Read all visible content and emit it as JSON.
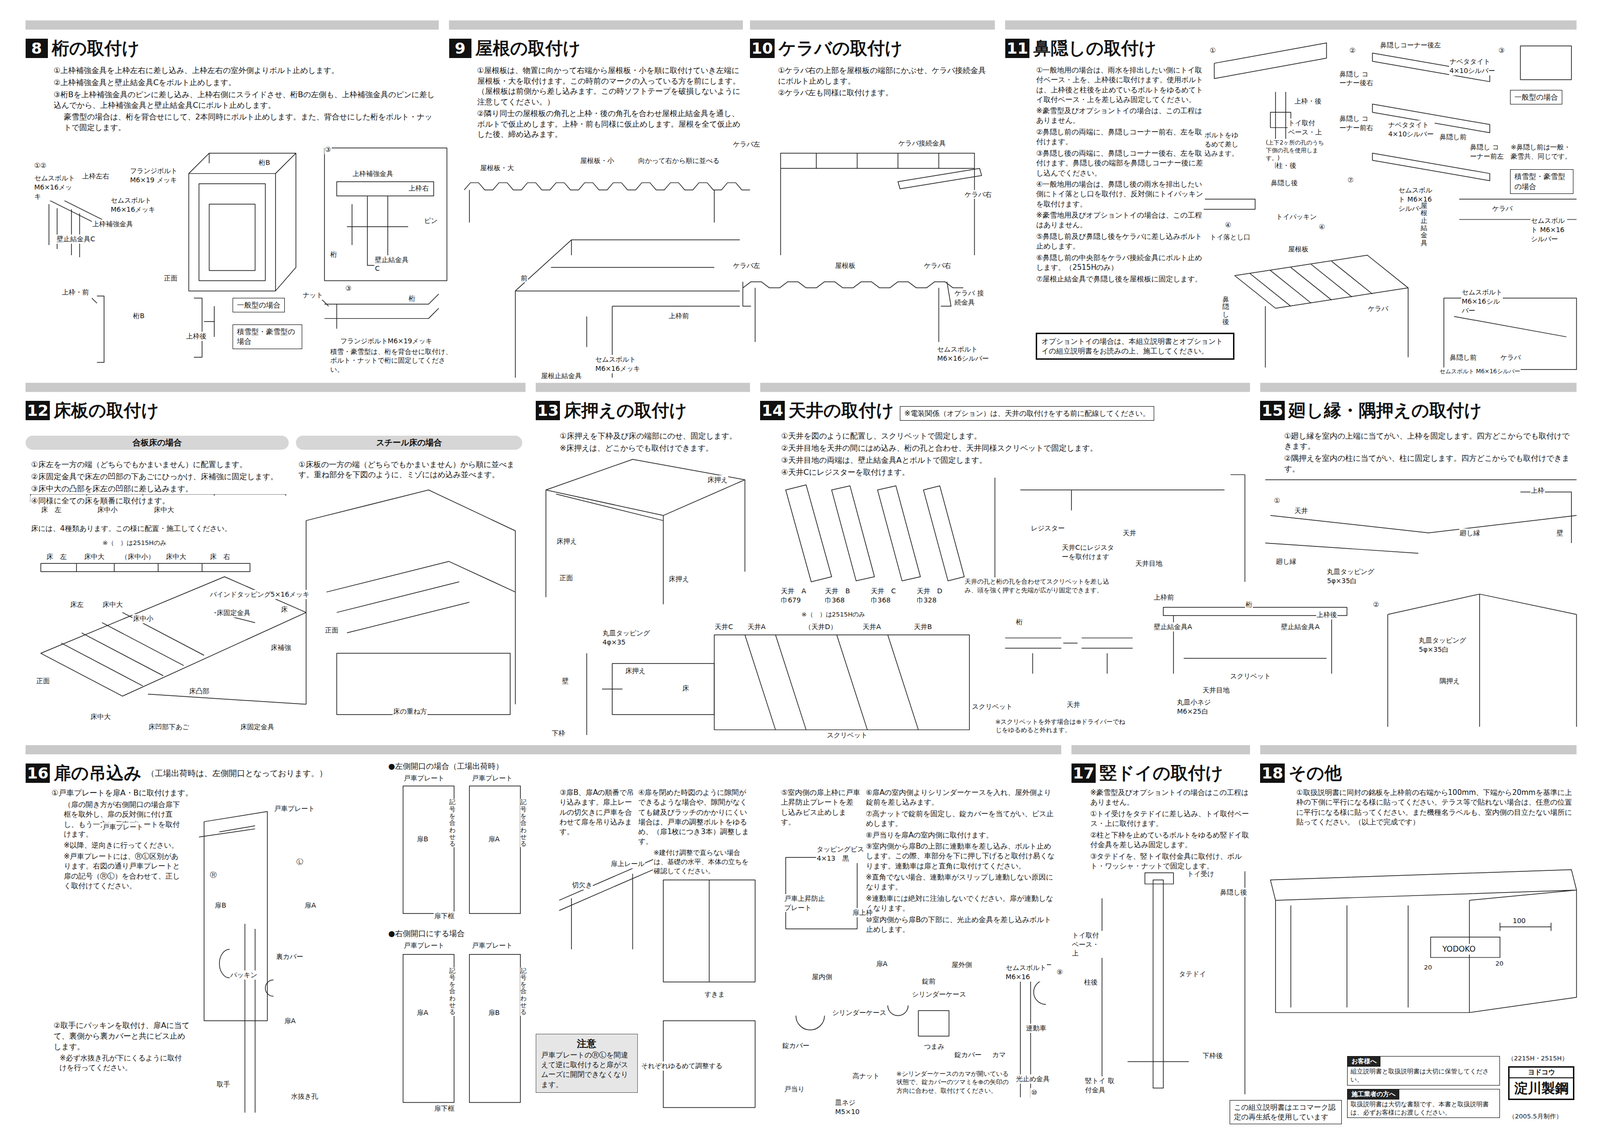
{
  "diagram": {
    "nodes": [
      {
        "text": [
          "8",
          "桁の取付け"
        ]
      },
      {
        "text": [
          "一般型の場合"
        ]
      },
      {
        "text": [
          "積雪型・豪雪型の場合"
        ]
      },
      {
        "text": [
          "9",
          "屋根の取付け"
        ]
      },
      {
        "text": [
          "10",
          "ケラバの取付け"
        ]
      },
      {
        "text": [
          "11",
          "鼻隠しの取付け"
        ]
      },
      {
        "text": [
          "一般型の場合"
        ]
      },
      {
        "text": [
          "積雪型・豪雪型の場合"
        ]
      },
      {
        "text": [
          "オプショントイの場合は、本組立説明書とオプショントイの組立説明書をお読みの上、施工してください。"
        ]
      },
      {
        "text": [
          "12",
          "床板の取付け"
        ]
      },
      {
        "text": [
          "合板床の場合"
        ]
      },
      {
        "text": [
          "スチール床の場合"
        ]
      },
      {
        "text": [
          "13",
          "床押えの取付け"
        ]
      },
      {
        "text": [
          "14",
          "天井の取付け"
        ]
      },
      {
        "text": [
          "※電装関係（オプション）は、天井の取付けをする前に配線してください。"
        ]
      },
      {
        "text": [
          "15",
          "廻し縁・隅押えの取付け"
        ]
      },
      {
        "text": [
          "16",
          "扉の吊込み",
          "（工場出荷時は、左側開口となっております。）"
        ]
      },
      {
        "text": [
          "注意",
          "戸車プレートのⓇⓁを間違えて逆に取付けると扉がスムーズに開閉できなくなります。"
        ]
      },
      {
        "text": [
          "17",
          "竪ドイの取付け"
        ]
      },
      {
        "text": [
          "18",
          "その他"
        ]
      },
      {
        "text": [
          "お客様へ",
          "組立説明書と取扱説明書は大切に保管してください。"
        ]
      },
      {
        "text": [
          "施工業者の方へ",
          "取扱説明書は大切な書類です。本書と取扱説明書は、必ずお客様にお渡しください。"
        ]
      },
      {
        "text": [
          "ヨドコウ",
          "淀川製鋼"
        ]
      },
      {
        "text": [
          "この組立説明書はエコマーク認定の再生紙を使用しています"
        ]
      }
    ],
    "labels": [
      "①上枠補強金具を上枠左右に差し込み、上枠左右の室外側よりボルト止めします。",
      "②上枠補強金具と壁止結金具Cをボルト止めします。",
      "③桁Bを上枠補強金具のピンに差し込み、上枠右側にスライドさせ、桁Bの左側も、上枠補強金具のピンに差し込んでから、上枠補強金具と壁止結金具Cにボルト止めします。",
      "豪雪型の場合は、桁を背合せにして、2本同時にボルト止めします。また、背合せにした桁をボルト・ナットで固定します。",
      "①②",
      "セムスボルト M6×16メッキ",
      "上枠左右",
      "セムスボルト M6×16メッキ",
      "上枠補強金具",
      "壁止結金具C",
      "上枠・前",
      "桁B",
      "上枠後",
      "フランジボルト M6×19 メッキ",
      "桁B",
      "正面",
      "③",
      "上枠補強金具",
      "上枠右",
      "ピン",
      "桁",
      "壁止結金具C",
      "ナット",
      "③",
      "桁",
      "フランジボルトM6×19メッキ",
      "積雪・豪雪型は、桁を背合せに取付け、ボルト・ナットで桁に固定してください。",
      "①屋根板は、物置に向かって右端から屋根板・小を順に取付けていき左端に屋根板・大を取付けます。この時前のマークの入っている方を前にします。（屋根板は前側から差し込みます。この時ソフトテープを破損しないように注意してください。）",
      "②隣り同士の屋根板の角孔と上枠・後の角孔を合わせ屋根止結金具を通し、ボルトで仮止めします。上枠・前も同様に仮止めします。屋根を全て仮止めした後、締め込みます。",
      "屋根板・大",
      "屋根板・小",
      "向かって右から順に並べる",
      "前",
      "上枠前",
      "セムスボルト M6×16メッキ",
      "屋根止結金具",
      "①ケラバ右の上部を屋根板の端部にかぶせ、ケラバ接続金具にボルト止めします。",
      "②ケラバ左も同様に取付けます。",
      "ケラバ左",
      "ケラバ接続金具",
      "ケラバ右",
      "ケラバ左",
      "屋根板",
      "ケラバ右",
      "ケラバ 接続金具",
      "セムスボルト M6×16シルバー",
      "①一般地用の場合は、雨水を排出したい側にトイ取付ベース・上を、上枠後に取付けます。使用ボルトは、上枠後と柱後を止めているボルトをゆるめてトイ取付ベース・上を差し込み固定してください。",
      "※豪雪型及びオプショントイの場合は、この工程はありません。",
      "②鼻隠し前の両端に、鼻隠しコーナー前右、左を取付けます。",
      "③鼻隠し後の両端に、鼻隠しコーナー後右、左を取付けます。鼻隠し後の端部を鼻隠しコーナー後に差し込んでください。",
      "④一般地用の場合は、鼻隠し後の雨水を排出したい側にトイ落とし口を取付け、反対側にトイパッキンを取付けます。",
      "※豪雪地用及びオプショントイの場合は、この工程はありません。",
      "⑤鼻隠し前及び鼻隠し後をケラバに差し込みボルト止めします。",
      "⑥鼻隠し前の中央部をケラバ接続金具にボルト止めします。（2515Hのみ）",
      "⑦屋根止結金具で鼻隠し後を屋根板に固定します。",
      "①",
      "上枠・後",
      "ボルトをゆるめて差し込みます。",
      "トイ取付 ベース・上",
      "(上下2ヶ所の孔のうち下側の孔を使用します。)",
      "柱・後",
      "②",
      "鼻隠しコーナー後左",
      "③",
      "ナベタタイト 4×10シルバー",
      "鼻隠し コーナー後右",
      "鼻隠し コーナー前右",
      "ナベタタイト 4×10シルバー",
      "鼻隠し前",
      "鼻隠し コーナー前左",
      "※鼻隠し前は一般・豪雪共、同じです。",
      "鼻隠し後",
      "トイパッキン",
      "④",
      "④",
      "トイ落とし口",
      "⑦",
      "セムスボルト M6×16 シルバー",
      "屋根止結金具",
      "ケラバ",
      "セムスボルト M6×16 シルバー",
      "屋根板",
      "ケラバ",
      "鼻隠し後",
      "セムスボルト M6×16シルバー",
      "鼻隠し前",
      "ケラバ",
      "セムスボルト M6×16シルバー",
      "①床左を一方の端（どちらでもかまいません）に配置します。",
      "②床固定金具で床左の凹部の下あごにひっかけ、床補強に固定します。",
      "③床中大の凸部を床左の凹部に差し込みます。",
      "④同様に全ての床を順番に取付けます。",
      "床　左",
      "床中小",
      "床中大",
      "床には、4種類あります。この様に配置・施工してください。",
      "※（　）は2515Hのみ",
      "床　左",
      "床中大",
      "（床中小）",
      "床中大",
      "床　右",
      "床左",
      "床中大",
      "床中小",
      "床中大",
      "バインドタッピング5×16メッキ",
      "床固定金具",
      "床",
      "床補強",
      "正面",
      "床凸部",
      "床凹部下あご",
      "床固定金具",
      "①床板の一方の端（どちらでもかまいません）から順に並べます。重ね部分を下図のように、ミゾにはめ込み並べます。",
      "正面",
      "床の重ね方",
      "①床押えを下枠及び床の端部にのせ、固定します。",
      "※床押えは、どこからでも取付けできます。",
      "床押え",
      "床押え",
      "正面",
      "床押え",
      "丸皿タッピング 4φ×35",
      "壁",
      "床押え",
      "床",
      "下枠",
      "①天井を図のように配置し、スクリベットで固定します。",
      "②天井目地を天井の間にはめ込み、桁の孔と合わせ、天井同様スクリベットで固定します。",
      "③天井目地の両端は、壁止結金具Aとボルトで固定します。",
      "④天井Cにレジスターを取付けます。",
      "天井　A 巾679",
      "天井　B 巾368",
      "天井　C 巾368",
      "天井　D 巾328",
      "天井C",
      "天井A",
      "※（　）は2515Hのみ",
      "（天井D）",
      "天井A",
      "天井B",
      "スクリベット",
      "レジスター",
      "天井Cにレジスターを取付けます",
      "天井",
      "天井目地",
      "天井の孔と桁の孔を合わせてスクリベットを差し込み、頭を強く押すと先端が広がり固定できます。",
      "桁",
      "スクリベット",
      "天井",
      "※スクリベットを外す場合は⊕ドライバーでねじをゆるめると外れます。",
      "上枠前",
      "桁",
      "壁止結金具A",
      "上枠後",
      "壁止結金具A",
      "スクリベット",
      "天井目地",
      "丸皿小ネジ M6×25白",
      "①廻し縁を室内の上端に当てがい、上枠を固定します。四方どこからでも取付けできます。",
      "②隅押えを室内の柱に当てがい、柱に固定します。四方どこからでも取付けできます。",
      "①",
      "天井",
      "上枠",
      "廻し縁",
      "壁",
      "廻し縁",
      "丸皿タッピング 5φ×35白",
      "②",
      "丸皿タッピング 5φ×35白",
      "隅押え",
      "①戸車プレートを扉A・Bに取付けます。",
      "（扉の開き方が右側開口の場合扉下框を取外し、扉の反対側に付け直し、もう一方に戸車プレートを取付けます。",
      "※以降、逆向きに行ってください。",
      "※戸車プレートには、ⓇⓁ区別があります。右図の通り戸車プレートと扉の記号（ⓇⓁ）を合わせて、正しく取付けてください。",
      "②取手にパッキンを取付け、扉Aに当てて、裏側から裏カバーと共にビス止めします。",
      "※必ず水抜き孔が下にくるように取付けを行ってください。",
      "③扉B、扉Aの順番で吊り込みます。扉上レールの切欠きに戸車を合わせて扉を吊り込みます。",
      "④扉を閉めた時図のように隙間ができるような場合や、隙間がなくても鍵及びラッチのかかりにくい場合は、戸車の調整ボルトをゆるめ、（扉1枚につき3本）調整します。",
      "※建付け調整で直らない場合は、基礎の水平、本体の立ちを確認してください。",
      "⑤室内側の扉上枠に戸車上昇防止プレートを差し込みビス止めします。",
      "⑥扉Aの室内側よりシリンダーケースを入れ、屋外側より錠前を差し込みます。",
      "⑦高ナットで錠前を固定し、錠カバーを当てがい、ビス止めします。",
      "⑧戸当りを扉Aの室内側に取付けます。",
      "⑨室内側から扉Bの上部に連動車を差し込み、ボルト止めします。この際、車部分を下に押し下げると取付け易くなります。連動車は扉と直角に取付けてください。",
      "※直角でない場合、連動車がスリップし連動しない原因になります。",
      "※連動車には絶対に注油しないでください。扉が連動しなくなります。",
      "⑩室内側から扉Bの下部に、光止め金具を差し込みボルト止めします。",
      "●左側開口の場合（工場出荷時）",
      "●右側開口にする場合",
      "戸車プレート",
      "戸車プレート",
      "Ⓡ",
      "Ⓛ",
      "扉B",
      "扉A",
      "裏カバー",
      "パッキン",
      "扉A",
      "取手",
      "水抜き孔",
      "戸車プレート",
      "戸車プレート",
      "記号を合わせる",
      "記号を合わせる",
      "扉B",
      "扉A",
      "扉下框",
      "戸車プレート",
      "戸車プレート",
      "記号を合わせる",
      "記号を合わせる",
      "扉A",
      "扉B",
      "扉下框",
      "扉上レール",
      "切欠き",
      "すきま",
      "それぞれゆるめて調整する",
      "タッピングビス 4×13　黒",
      "戸車上昇防止プレート",
      "扉上枠",
      "屋内側",
      "扉A",
      "錠前",
      "シリンダーケース",
      "シリンダーケース",
      "錠カバー",
      "高ナット",
      "戸当り",
      "皿ネジ M5×10",
      "屋外側",
      "セムスボルト M6×16",
      "つまみ",
      "錠カバー",
      "カマ",
      "⑨",
      "連動車",
      "光止め金具",
      "⑩",
      "※シリンダーケースのカマが開いている状態で、錠カバーのツマミを⊕の矢印の方向に合わせ、取付けてください。",
      "※豪雪型及びオプショントイの場合はこの工程はありません。",
      "①トイ受けをタテドイに差し込み、トイ取付ベース・上に取付けます。",
      "②柱と下枠を止めているボルトをゆるめ竪ドイ取付金具を差し込み固定します。",
      "③タテドイを、竪トイ取付金具に取付け、ボルト・ワッシャ・ナットで固定します。",
      "トイ受け",
      "鼻隠し後",
      "トイ取付 ベース・上",
      "柱後",
      "タテドイ",
      "下枠後",
      "竪トイ 取付金具",
      "①取扱説明書に同封の銘板を上枠前の右端から100mm、下端から20mmを基準に上枠の下側に平行になる様に貼ってください。テラス等で貼れない場合は、任意の位置に平行になる様に貼ってください。また機種名ラベルも、室内側の目立たない場所に貼ってください。（以上で完成です）",
      "100",
      "20",
      "20",
      "YODOKO",
      "（2215H・2515H）",
      "（2005.5月制作）"
    ]
  }
}
